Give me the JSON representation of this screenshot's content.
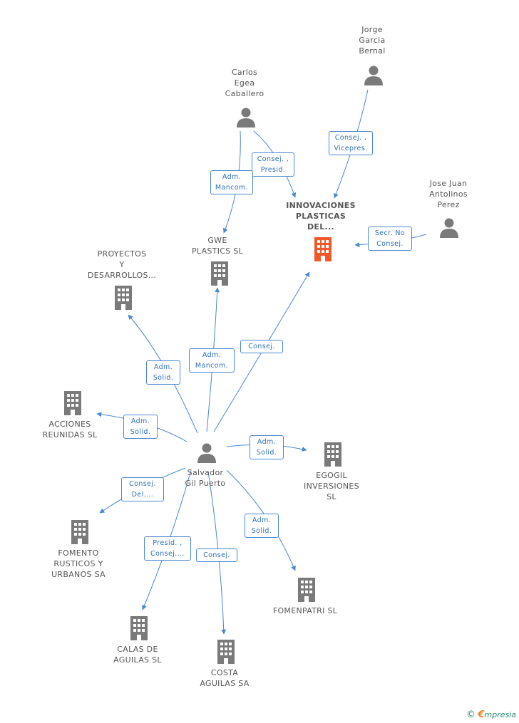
{
  "nodes": {
    "jorge": {
      "label": "Jorge\nGarcia\nBernal",
      "type": "person"
    },
    "carlos": {
      "label": "Carlos\nEgea\nCaballero",
      "type": "person"
    },
    "josejuan": {
      "label": "Jose Juan\nAntolinos\nPerez",
      "type": "person"
    },
    "innovaciones": {
      "label": "INNOVACIONES\nPLASTICAS\nDEL...",
      "type": "company-main"
    },
    "gwe": {
      "label": "GWE\nPLASTICS SL",
      "type": "company"
    },
    "proyectos": {
      "label": "PROYECTOS\nY\nDESARROLLOS...",
      "type": "company"
    },
    "acciones": {
      "label": "ACCIONES\nREUNIDAS SL",
      "type": "company"
    },
    "salvador": {
      "label": "Salvador\nGil Puerto",
      "type": "person"
    },
    "egogil": {
      "label": "EGOGIL\nINVERSIONES\nSL",
      "type": "company"
    },
    "fomento": {
      "label": "FOMENTO\nRUSTICOS Y\nURBANOS SA",
      "type": "company"
    },
    "fomenpatri": {
      "label": "FOMENPATRI SL",
      "type": "company"
    },
    "calas": {
      "label": "CALAS DE\nAGUILAS SL",
      "type": "company"
    },
    "costa": {
      "label": "COSTA\nAGUILAS SA",
      "type": "company"
    }
  },
  "relations": {
    "jorge_innov": "Consej. ,\nVicepres.",
    "carlos_innov": "Consej. ,\nPresid.",
    "carlos_gwe": "Adm.\nMancom.",
    "josejuan_innov": "Secr.  No\nConsej.",
    "salv_proyectos": "Adm.\nSolid.",
    "salv_gwe": "Adm.\nMancom.",
    "salv_innov": "Consej.",
    "salv_acciones": "Adm.\nSolid.",
    "salv_egogil": "Adm.\nSolid.",
    "salv_fomento": "Consej.\nDel....",
    "salv_fomenpatri": "Adm.\nSolid.",
    "salv_calas": "Presid. ,\nConsej....",
    "salv_costa": "Consej."
  },
  "colors": {
    "edge": "#4a88d0",
    "icon": "#7a7a7a",
    "main_icon": "#f0582a"
  },
  "footer": {
    "copyright": "©",
    "brand_e": "€",
    "brand_rest": "mpresia"
  }
}
